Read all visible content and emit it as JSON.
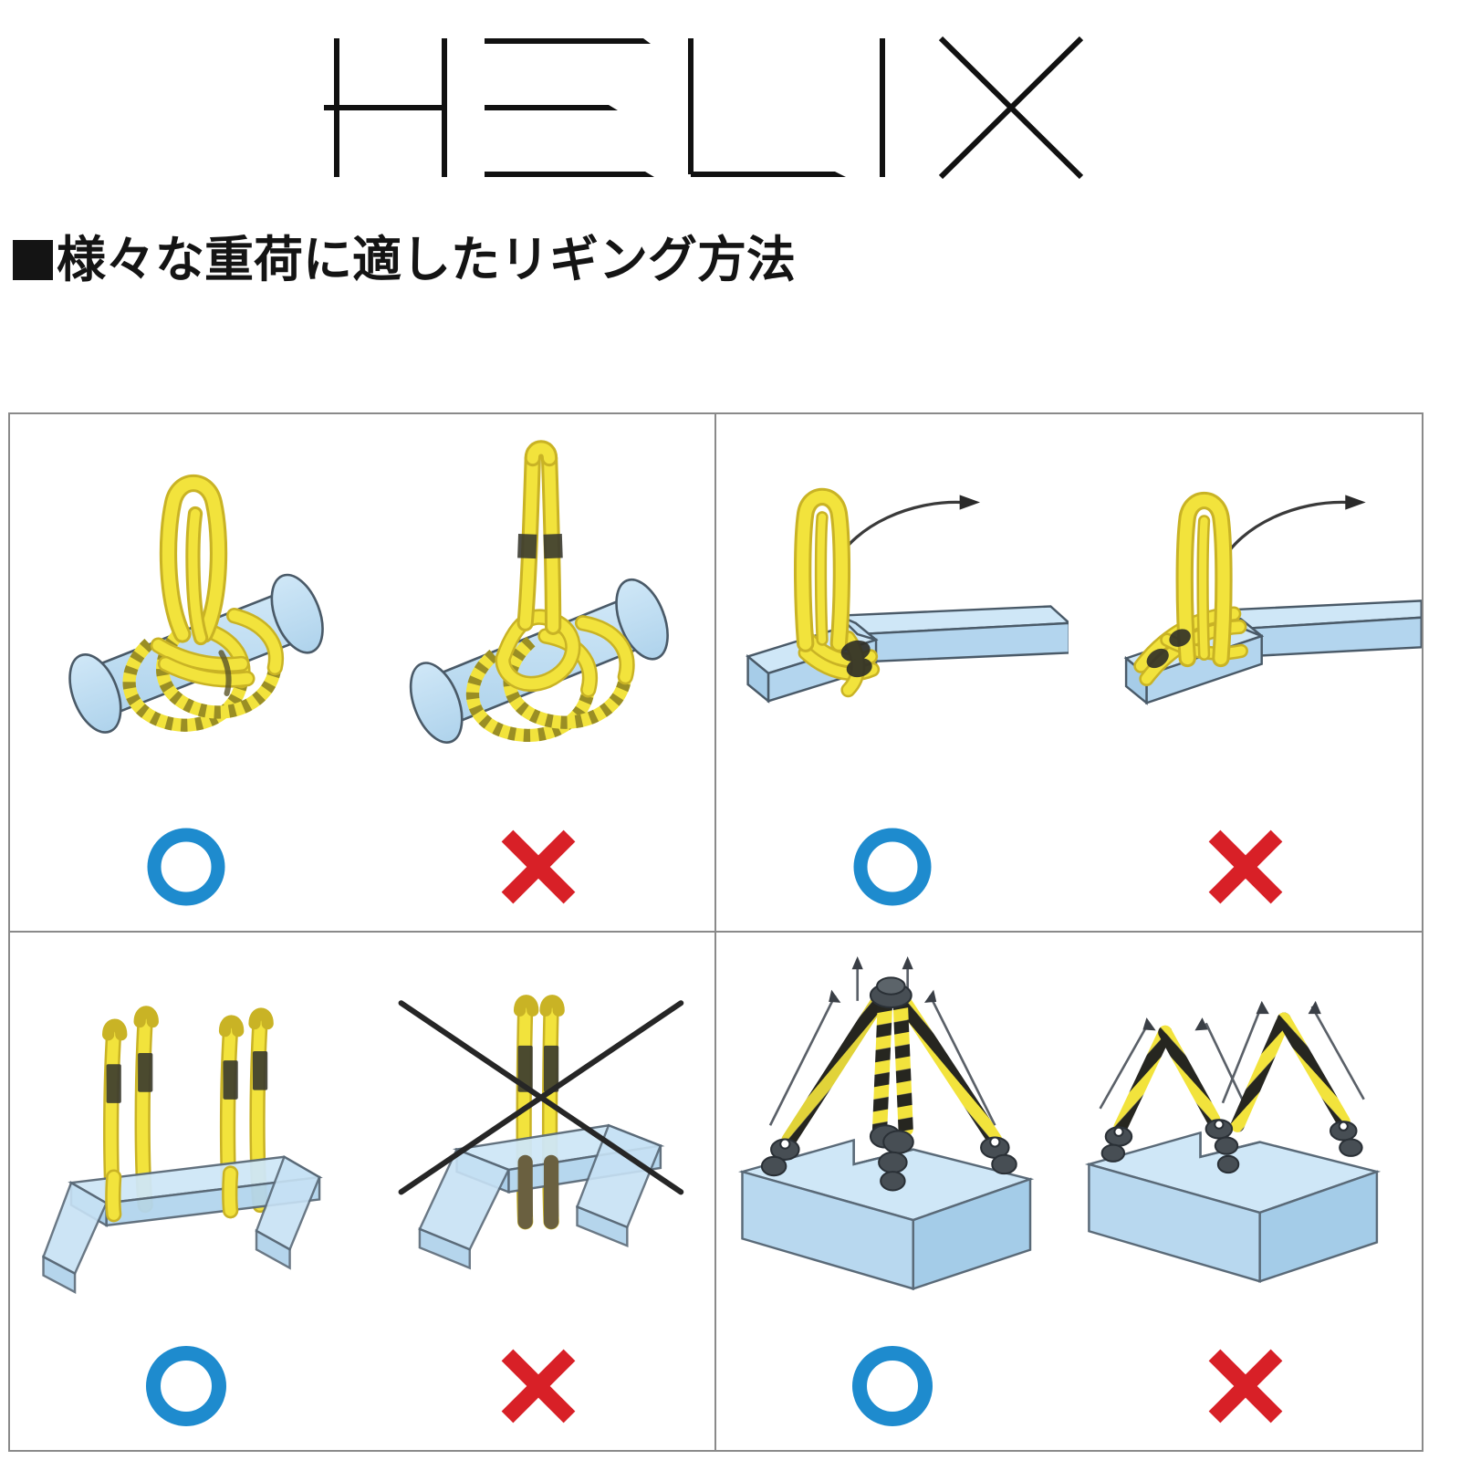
{
  "brand": {
    "name": "HELIX",
    "letters": [
      "H",
      "E",
      "L",
      "I",
      "X"
    ],
    "logo_icon": "helix-wordmark"
  },
  "heading": {
    "bullet_icon": "black-square-bullet",
    "text": "様々な重荷に適したリギング方法"
  },
  "colors": {
    "ok_blue": "#1E8BCE",
    "ng_red": "#D82027",
    "sling_yellow": "#F2E33C",
    "sling_yellow_dark": "#C9B325",
    "object_blue": "#BFDDF1",
    "object_blue_shade": "#A8CFE9",
    "outline": "#4A5A68",
    "grid_line": "#8A8A8A",
    "chain_black": "#2B2B28",
    "hardware_gray": "#555C60",
    "ink": "#141414"
  },
  "marks": {
    "ok_label": "〇",
    "ng_label": "✕",
    "ok_name": "correct-method-mark",
    "ng_name": "incorrect-method-mark"
  },
  "panels": [
    {
      "id": "panel-cylinder",
      "position": "top-left",
      "subject": "round-pipe-load",
      "left": {
        "verdict": "ok",
        "illustration": "double-wrap-choker-hitch-on-cylinder",
        "load_shape": "cylinder",
        "sling_type": "yellow-web-sling",
        "wraps": 2
      },
      "right": {
        "verdict": "ng",
        "illustration": "loose-single-wrap-sling-on-cylinder",
        "load_shape": "cylinder",
        "sling_type": "yellow-web-sling",
        "wraps": 2
      }
    },
    {
      "id": "panel-angle-bar",
      "position": "top-right",
      "subject": "l-shaped-bar-load",
      "left": {
        "verdict": "ok",
        "illustration": "sling-wrapped-at-corner-of-l-bar",
        "load_shape": "l-bar",
        "sling_type": "yellow-web-sling",
        "annotation_icon": "curved-rotation-arrow"
      },
      "right": {
        "verdict": "ng",
        "illustration": "sling-twisted-over-l-bar-corner",
        "load_shape": "l-bar",
        "sling_type": "yellow-web-sling",
        "annotation_icon": "curved-rotation-arrow"
      }
    },
    {
      "id": "panel-channel",
      "position": "bottom-left",
      "subject": "u-channel-load",
      "left": {
        "verdict": "ok",
        "illustration": "four-vertical-slings-at-two-spread-points",
        "load_shape": "u-channel",
        "sling_type": "yellow-web-sling",
        "sling_count": 4
      },
      "right": {
        "verdict": "ng",
        "illustration": "single-center-sling-pair-on-u-channel",
        "load_shape": "u-channel",
        "sling_type": "yellow-web-sling",
        "sling_count": 2,
        "annotation_icon": "large-black-cross-overlay"
      }
    },
    {
      "id": "panel-notched-block",
      "position": "bottom-right",
      "subject": "notched-block-load",
      "left": {
        "verdict": "ok",
        "illustration": "four-chain-legs-converging-to-single-master-link",
        "load_shape": "notched-block",
        "sling_type": "yellow-black-striped-chain-sling",
        "leg_count": 4,
        "annotation_icon": "force-direction-arrows"
      },
      "right": {
        "verdict": "ng",
        "illustration": "chain-legs-peaked-in-two-separate-groups",
        "load_shape": "notched-block",
        "sling_type": "yellow-black-striped-chain-sling",
        "leg_count": 4,
        "annotation_icon": "force-direction-arrows"
      }
    }
  ]
}
